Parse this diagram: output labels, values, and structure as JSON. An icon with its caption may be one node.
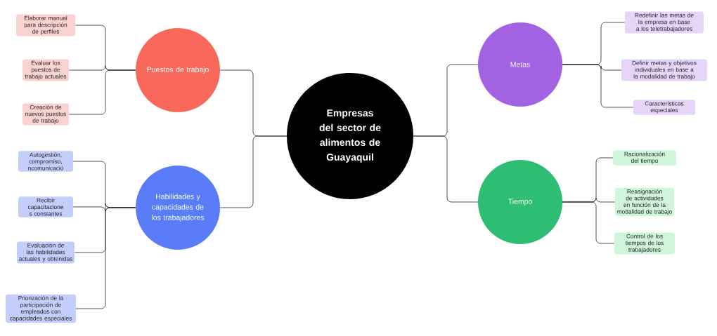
{
  "diagram": {
    "nodes": [
      {
        "text": [
          "Empresas del sector de alimentos de Guayaquil"
        ]
      },
      {
        "text": [
          "Puestos de trabajo"
        ]
      },
      {
        "text": [
          "Elaborar manual para descripción de perfiles"
        ]
      },
      {
        "text": [
          "Evaluar los puestos de trabajo actuales"
        ]
      },
      {
        "text": [
          "Creación de nuevos puestos de trabajo"
        ]
      },
      {
        "text": [
          "Habilidades y capacidades de los trabajadores"
        ]
      },
      {
        "text": [
          "Autogestión, compromiso, ncomunicació"
        ]
      },
      {
        "text": [
          "Recibir capacitacione s constantes"
        ]
      },
      {
        "text": [
          "Evaluación de las habilidades actuales y obtenidas"
        ]
      },
      {
        "text": [
          "Priorización de la participación de empleados con capacidades especiales"
        ]
      },
      {
        "text": [
          "Metas"
        ]
      },
      {
        "text": [
          "Redefinir las metas de la empresa en base a los teletrabajadores"
        ]
      },
      {
        "text": [
          "Definir metas y objetivos individuales en base a la modalidad de trabajo"
        ]
      },
      {
        "text": [
          "Características especiales"
        ]
      },
      {
        "text": [
          "Tiempo"
        ]
      },
      {
        "text": [
          "Racionalización del tiempo"
        ]
      },
      {
        "text": [
          "Reasignación de actividades en función de la modalidad de trabajo"
        ]
      },
      {
        "text": [
          "Control de los tiempos de los trabajadores"
        ]
      }
    ],
    "edges": [
      {
        "from": 0,
        "to": 1,
        "arrow": "none"
      },
      {
        "from": 0,
        "to": 5,
        "arrow": "none"
      },
      {
        "from": 0,
        "to": 10,
        "arrow": "none"
      },
      {
        "from": 0,
        "to": 14,
        "arrow": "none"
      },
      {
        "from": 1,
        "to": 2,
        "arrow": "none"
      },
      {
        "from": 1,
        "to": 3,
        "arrow": "none"
      },
      {
        "from": 1,
        "to": 4,
        "arrow": "none"
      },
      {
        "from": 5,
        "to": 6,
        "arrow": "none"
      },
      {
        "from": 5,
        "to": 7,
        "arrow": "none"
      },
      {
        "from": 5,
        "to": 8,
        "arrow": "none"
      },
      {
        "from": 5,
        "to": 9,
        "arrow": "none"
      },
      {
        "from": 10,
        "to": 11,
        "arrow": "none"
      },
      {
        "from": 10,
        "to": 12,
        "arrow": "none"
      },
      {
        "from": 10,
        "to": 13,
        "arrow": "none"
      },
      {
        "from": 14,
        "to": 15,
        "arrow": "none"
      },
      {
        "from": 14,
        "to": 16,
        "arrow": "none"
      },
      {
        "from": 14,
        "to": 17,
        "arrow": "none"
      }
    ]
  }
}
